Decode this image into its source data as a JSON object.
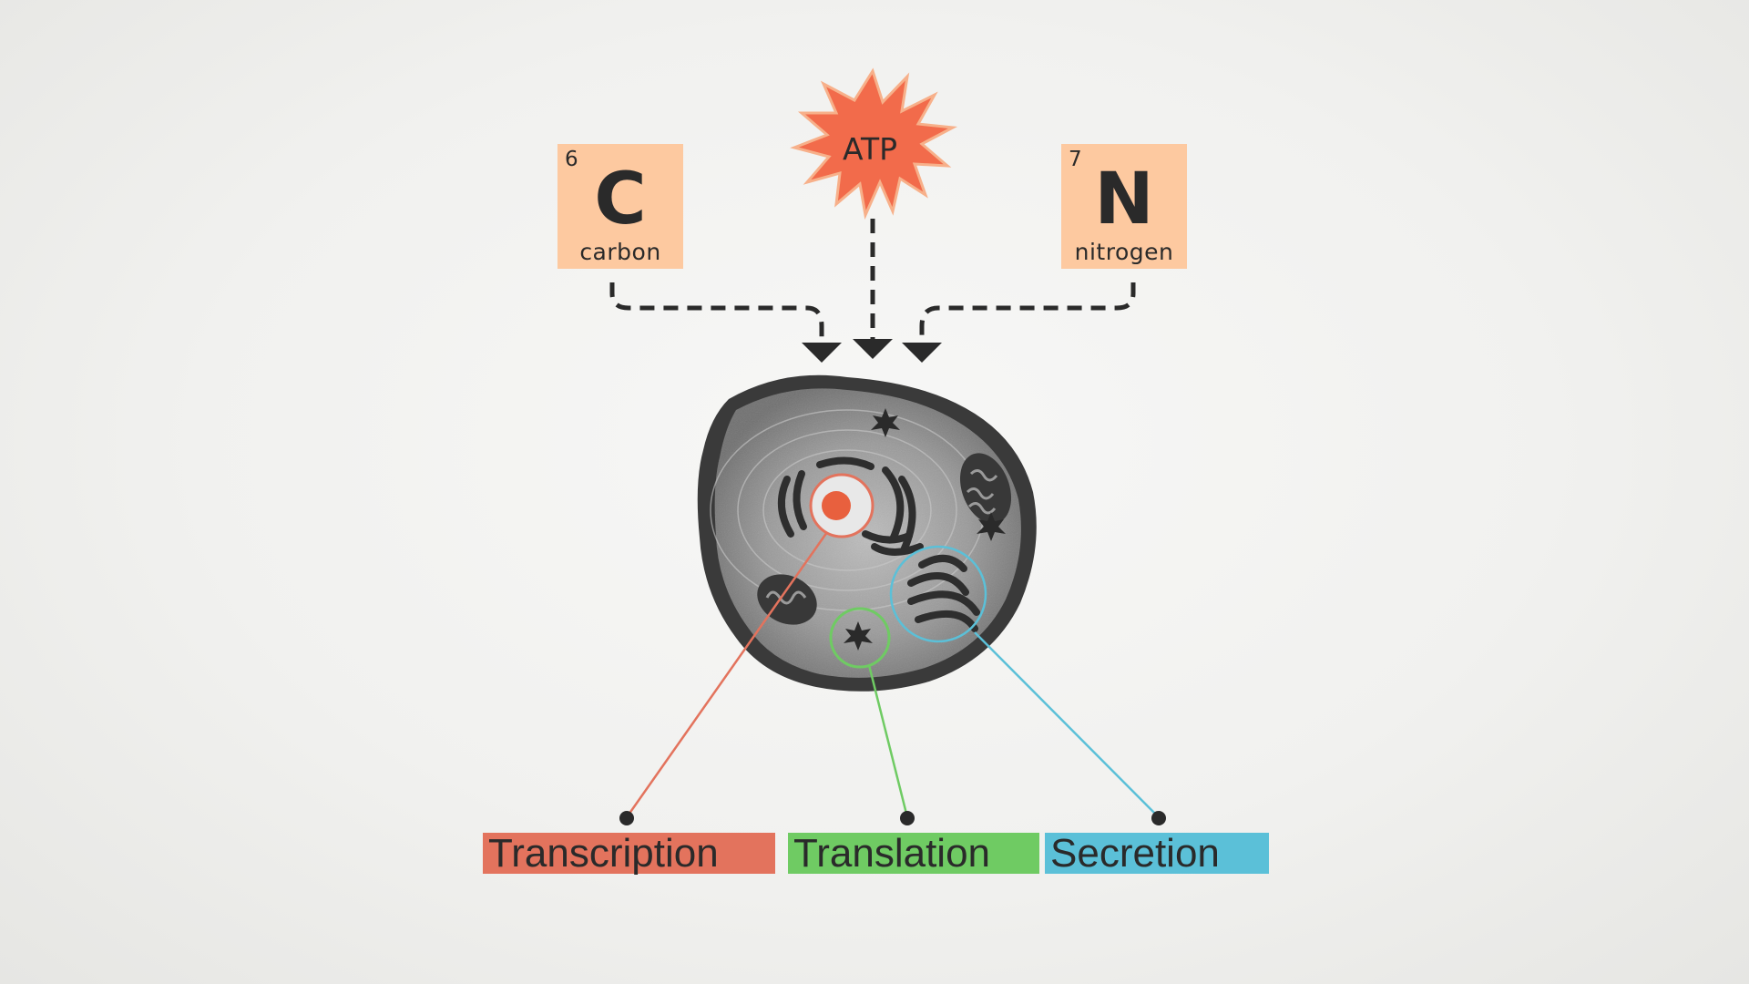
{
  "colors": {
    "tile": "#fdc9a0",
    "atp_burst": "#f26b4b",
    "transcription": "#e3735d",
    "translation": "#6fcb63",
    "secretion": "#5bc0d8",
    "arrow": "#2a2a2a"
  },
  "inputs": {
    "carbon": {
      "number": "6",
      "symbol": "C",
      "name": "carbon"
    },
    "atp": {
      "label": "ATP"
    },
    "nitrogen": {
      "number": "7",
      "symbol": "N",
      "name": "nitrogen"
    }
  },
  "processes": [
    {
      "label": "Transcription",
      "color": "#e3735d"
    },
    {
      "label": "Translation",
      "color": "#6fcb63"
    },
    {
      "label": "Secretion",
      "color": "#5bc0d8"
    }
  ]
}
